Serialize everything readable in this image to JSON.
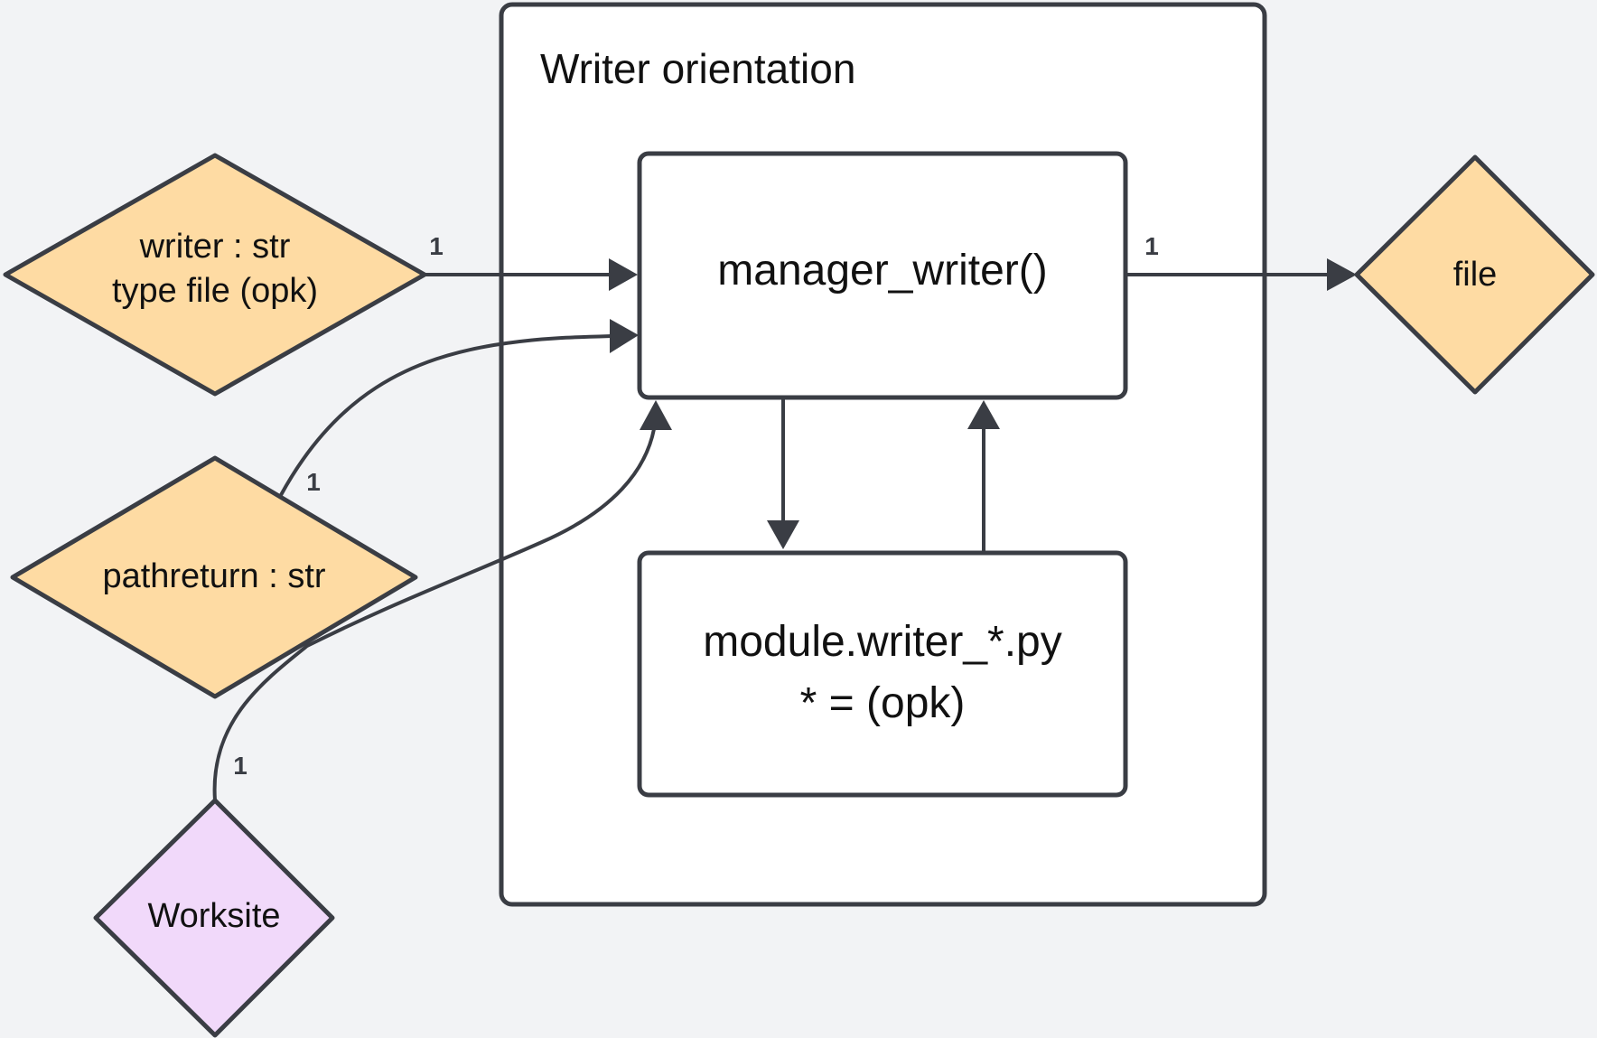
{
  "colors": {
    "background": "#f2f3f5",
    "stroke": "#3a3d44",
    "box_fill": "#ffffff",
    "input_diamond_fill": "#fedba3",
    "site_diamond_fill": "#f1d9fa"
  },
  "container": {
    "title": "Writer orientation"
  },
  "boxes": {
    "manager": {
      "label": "manager_writer()"
    },
    "module": {
      "line1": "module.writer_*.py",
      "line2": "* = (opk)"
    }
  },
  "nodes": {
    "writer_input": {
      "line1": "writer : str",
      "line2": "type file (opk)"
    },
    "pathreturn": {
      "label": "pathreturn : str"
    },
    "worksite": {
      "label": "Worksite"
    },
    "file_output": {
      "label": "file"
    }
  },
  "edges": {
    "writer_to_manager": {
      "multiplicity": "1"
    },
    "pathreturn_to_manager": {
      "multiplicity": "1"
    },
    "worksite_to_manager": {
      "multiplicity": "1"
    },
    "manager_to_file": {
      "multiplicity": "1"
    }
  }
}
